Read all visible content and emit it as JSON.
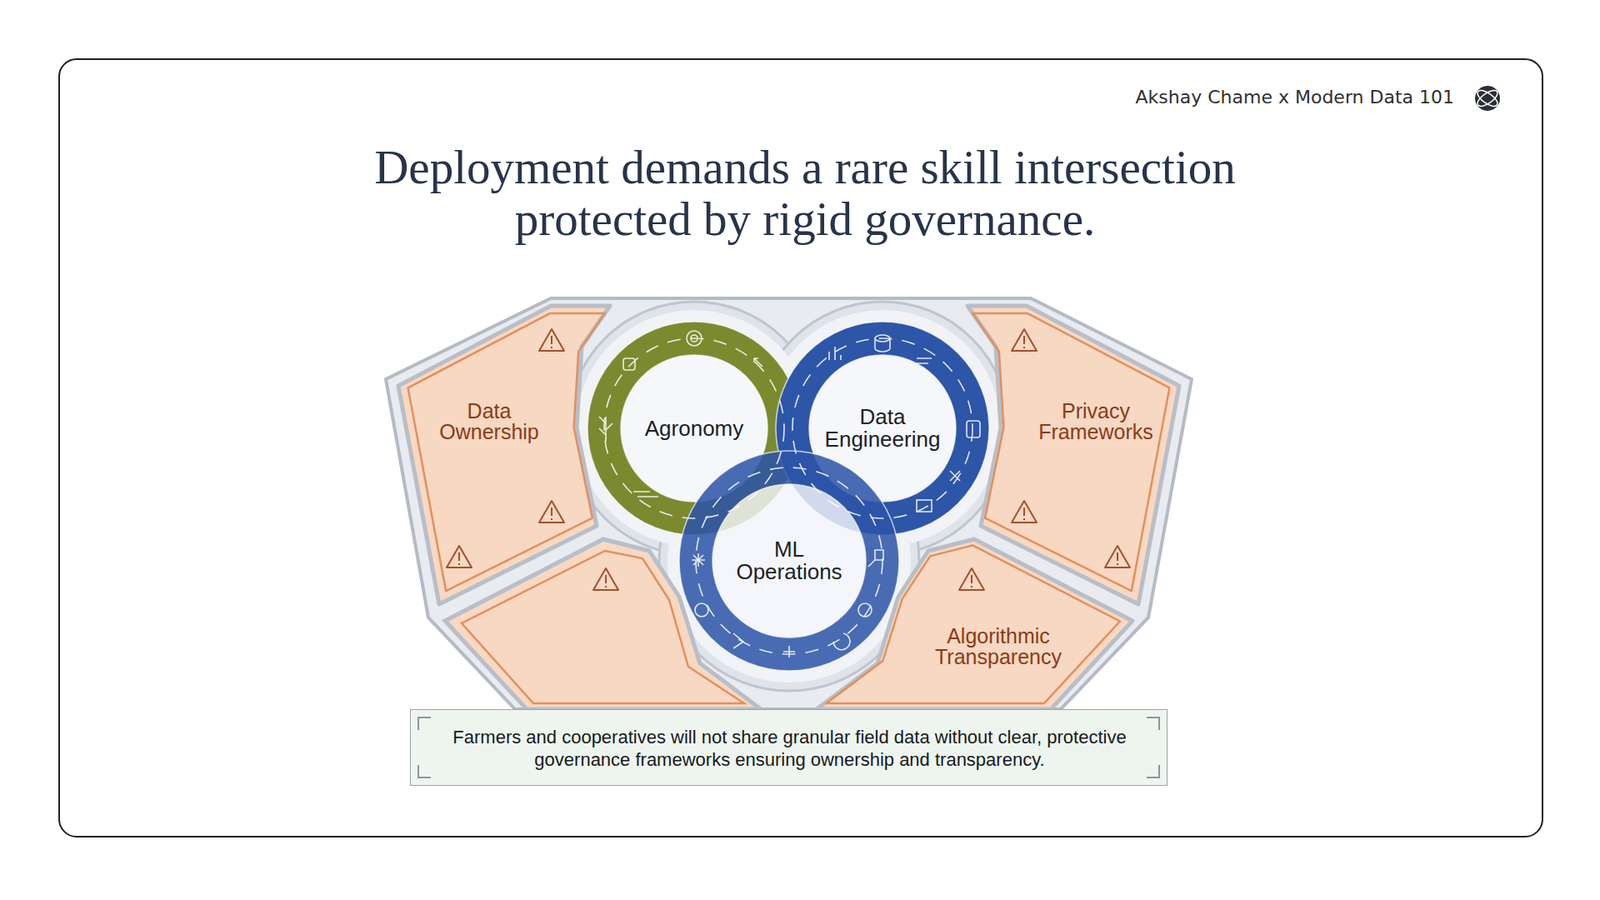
{
  "diagram": {
    "title": "Deployment demands a rare skill intersection protected by rigid governance.",
    "nodes": [
      {
        "text": [
          "Data Ownership"
        ]
      },
      {
        "text": [
          "Agronomy"
        ]
      },
      {
        "text": [
          "Data Engineering"
        ]
      },
      {
        "text": [
          "Privacy Frameworks"
        ]
      },
      {
        "text": [
          "ML Operations"
        ]
      },
      {
        "text": [
          "Algorithmic Transparency"
        ]
      },
      {
        "text": [
          "Farmers and cooperatives will not share granular field data without clear, protective governance frameworks ensuring ownership and transparency."
        ]
      }
    ],
    "labels": [
      "Akshay Chame x Modern Data 101"
    ]
  }
}
